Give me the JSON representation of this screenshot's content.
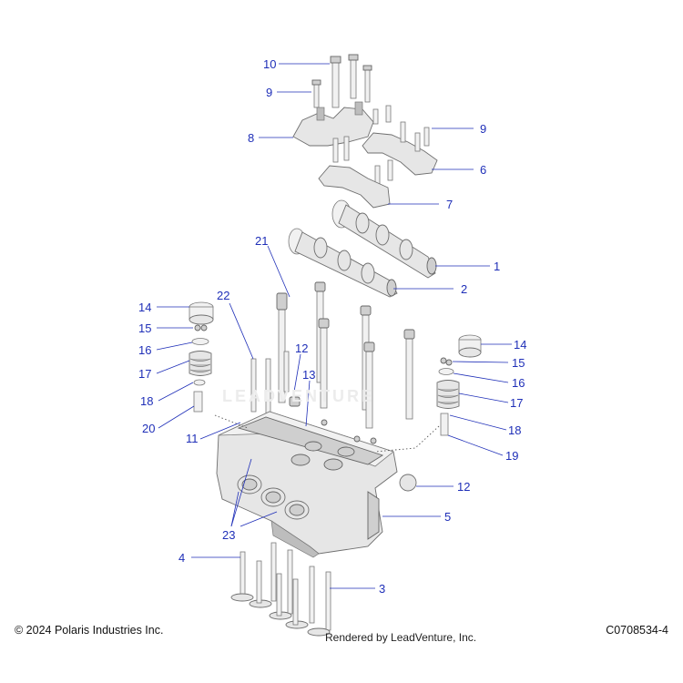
{
  "footer": {
    "copyright": "© 2024 Polaris Industries Inc.",
    "rendered_by": "Rendered by LeadVenture, Inc.",
    "drawing_id": "C0708534-4"
  },
  "watermark": "LEADVENTURE",
  "callouts": [
    {
      "id": "c10a",
      "label": "10"
    },
    {
      "id": "c9a",
      "label": "9"
    },
    {
      "id": "c8",
      "label": "8"
    },
    {
      "id": "c9b",
      "label": "9"
    },
    {
      "id": "c6",
      "label": "6"
    },
    {
      "id": "c7",
      "label": "7"
    },
    {
      "id": "c21",
      "label": "21"
    },
    {
      "id": "c1",
      "label": "1"
    },
    {
      "id": "c2",
      "label": "2"
    },
    {
      "id": "c14a",
      "label": "14"
    },
    {
      "id": "c22",
      "label": "22"
    },
    {
      "id": "c15a",
      "label": "15"
    },
    {
      "id": "c16a",
      "label": "16"
    },
    {
      "id": "c17a",
      "label": "17"
    },
    {
      "id": "c18a",
      "label": "18"
    },
    {
      "id": "c20",
      "label": "20"
    },
    {
      "id": "c12a",
      "label": "12"
    },
    {
      "id": "c13",
      "label": "13"
    },
    {
      "id": "c11",
      "label": "11"
    },
    {
      "id": "c14b",
      "label": "14"
    },
    {
      "id": "c15b",
      "label": "15"
    },
    {
      "id": "c16b",
      "label": "16"
    },
    {
      "id": "c17b",
      "label": "17"
    },
    {
      "id": "c18b",
      "label": "18"
    },
    {
      "id": "c19",
      "label": "19"
    },
    {
      "id": "c12b",
      "label": "12"
    },
    {
      "id": "c5",
      "label": "5"
    },
    {
      "id": "c23",
      "label": "23"
    },
    {
      "id": "c4",
      "label": "4"
    },
    {
      "id": "c3",
      "label": "3"
    }
  ]
}
